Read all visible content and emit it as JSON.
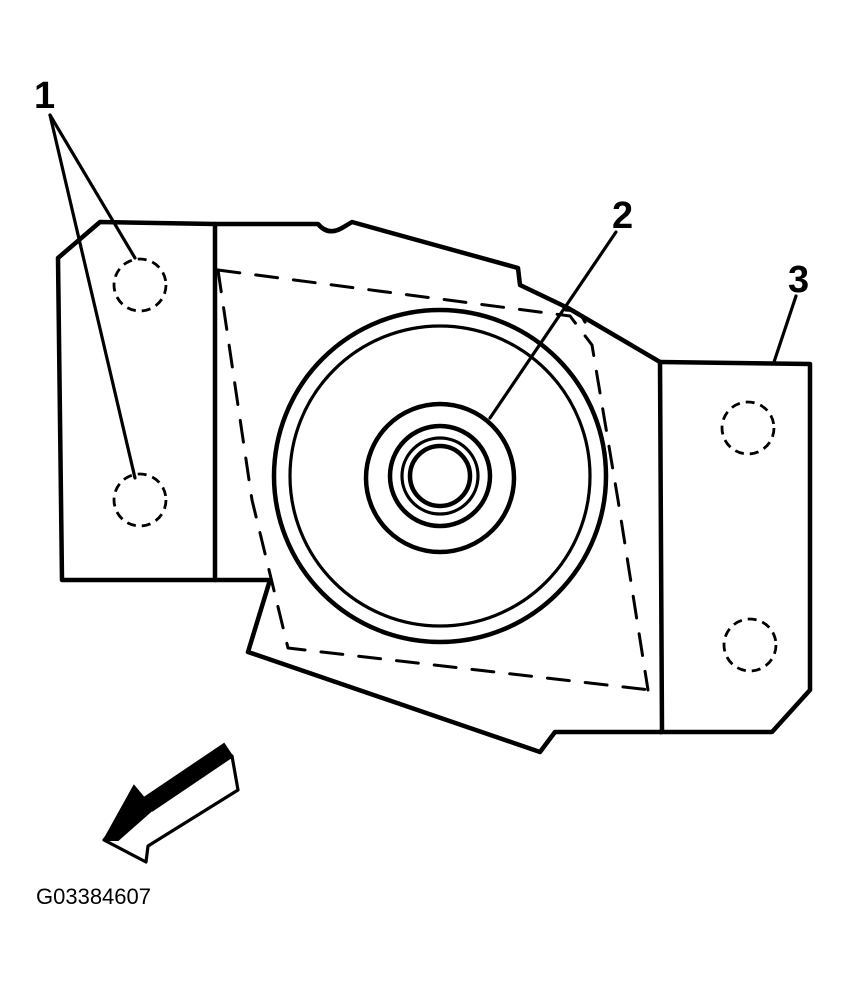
{
  "callouts": {
    "one": "1",
    "two": "2",
    "three": "3"
  },
  "figure_id": "G03384607",
  "colors": {
    "ink": "#000000",
    "background": "#ffffff"
  }
}
